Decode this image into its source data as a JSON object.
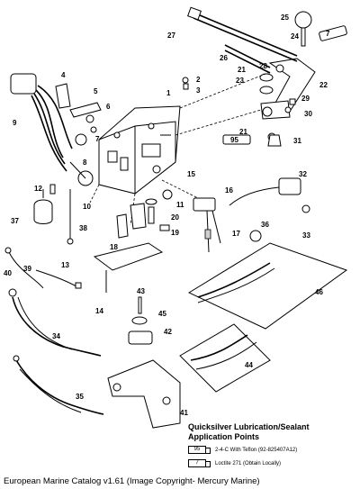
{
  "callouts": {
    "c1": "1",
    "c2": "2",
    "c3": "3",
    "c4": "4",
    "c5": "5",
    "c6": "6",
    "c7": "7",
    "c8": "8",
    "c9": "9",
    "c10": "10",
    "c11": "11",
    "c12": "12",
    "c13": "13",
    "c14": "14",
    "c15": "15",
    "c16": "16",
    "c17": "17",
    "c18": "18",
    "c19": "19",
    "c20": "20",
    "c21a": "21",
    "c21b": "21",
    "c22": "22",
    "c23": "23",
    "c24": "24",
    "c25": "25",
    "c26": "26",
    "c27": "27",
    "c28": "28",
    "c29": "29",
    "c30": "30",
    "c31": "31",
    "c32": "32",
    "c33": "33",
    "c34": "34",
    "c35": "35",
    "c36": "36",
    "c37": "37",
    "c38": "38",
    "c39": "39",
    "c40": "40",
    "c41": "41",
    "c42": "42",
    "c43": "43",
    "c44": "44",
    "c45": "45",
    "c46": "46"
  },
  "tube_labels": {
    "top_right": "7",
    "center": "95",
    "bottom_right": "95"
  },
  "legend": {
    "title_line1": "Quicksilver Lubrication/Sealant",
    "title_line2": "Application Points",
    "items": [
      {
        "code": "95",
        "text": "2-4-C With Teflon (92-825407A12)"
      },
      {
        "code": "7",
        "text": "Loctite 271 (Obtain Locally)"
      }
    ]
  },
  "caption": "European Marine Catalog v1.61 (Image Copyright- Mercury Marine)"
}
